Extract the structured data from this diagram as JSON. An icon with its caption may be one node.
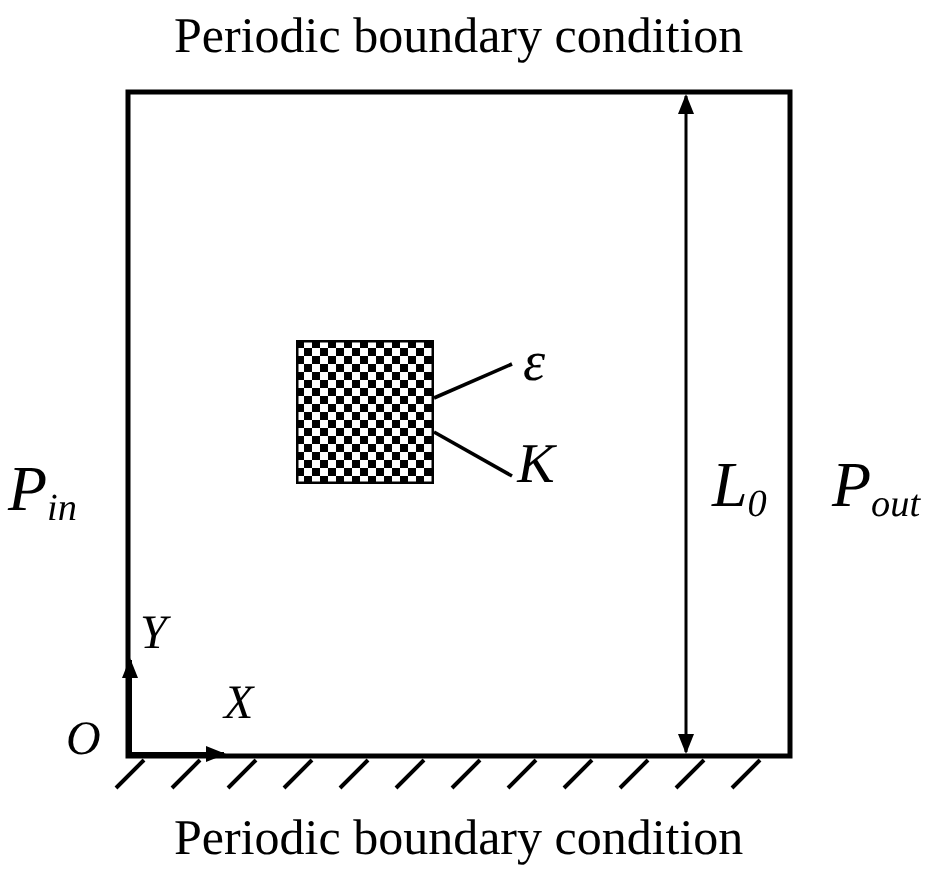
{
  "diagram": {
    "nodes": [
      {
        "text": [],
        "shape": "box"
      },
      {
        "text": [
          "ε"
        ]
      },
      {
        "text": [
          "K"
        ]
      }
    ],
    "edges": [
      {
        "from": 1,
        "to": 0,
        "arrow": "none"
      },
      {
        "from": 2,
        "to": 0,
        "arrow": "none"
      }
    ],
    "labels": [
      "Periodic boundary condition",
      "P$_{in}$",
      "L$_{0}$",
      "P$_{out}$",
      "Y",
      "O",
      "X",
      "Periodic boundary condition"
    ]
  }
}
